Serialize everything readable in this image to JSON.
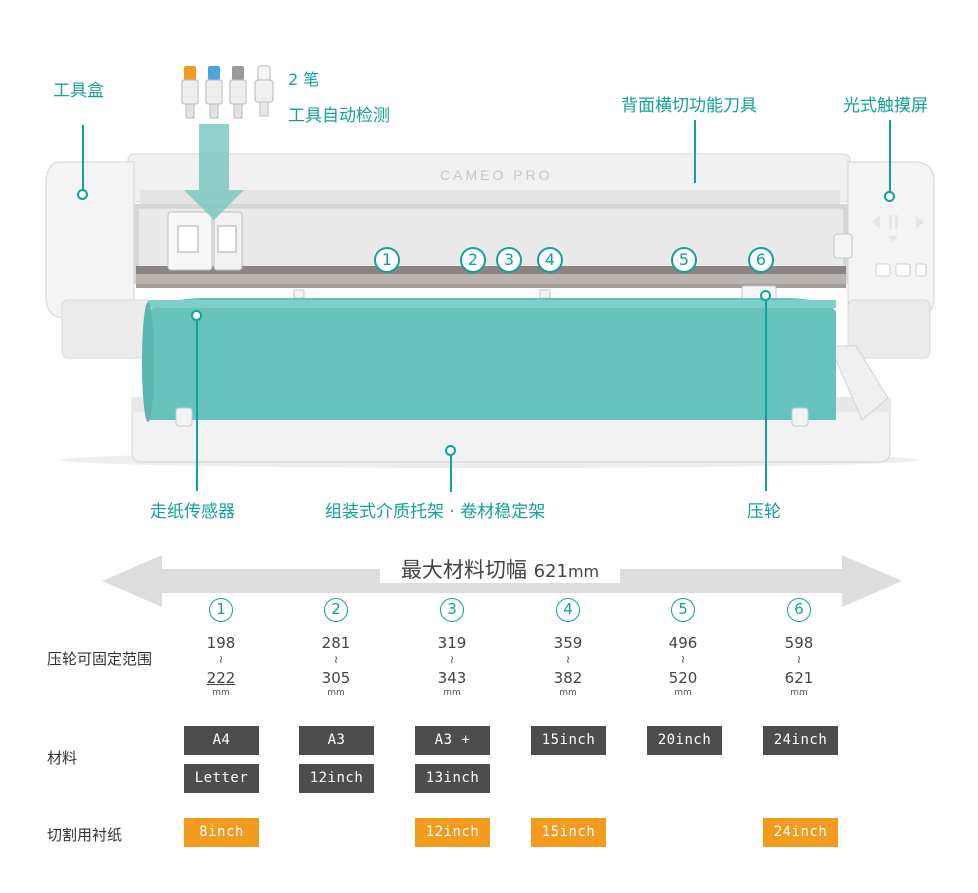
{
  "labels": {
    "tool_box": "工具盒",
    "pen_2": "2 笔",
    "tool_detect": "工具自动检测",
    "cross_cutter": "背面横切功能刀具",
    "touch_screen": "光式触摸屏",
    "paper_sensor": "走纸传感器",
    "rack": "组装式介质托架 · 卷材稳定架",
    "pinch_roller": "压轮",
    "brand": "CAMEO PRO"
  },
  "slots": [
    "1",
    "2",
    "3",
    "4",
    "5",
    "6"
  ],
  "width_banner": {
    "text": "最大材料切幅",
    "value": "621",
    "unit": "mm"
  },
  "colors": {
    "accent": "#14a19a",
    "chip_dark": "#4d4d4d",
    "chip_orange": "#f39b1f",
    "arrow": "#dddddd",
    "mat": "#66c2bd"
  },
  "table": {
    "row_labels": {
      "range": "压轮可固定范围",
      "material": "材料",
      "mat": "切割用衬纸"
    },
    "columns": [
      {
        "n": "1",
        "min": "198",
        "tilde": "≀",
        "max": "222",
        "unit": "mm",
        "materials": [
          "A4",
          "Letter"
        ],
        "mat": "8inch"
      },
      {
        "n": "2",
        "min": "281",
        "tilde": "≀",
        "max": "305",
        "unit": "mm",
        "materials": [
          "A3",
          "12inch"
        ],
        "mat": ""
      },
      {
        "n": "3",
        "min": "319",
        "tilde": "≀",
        "max": "343",
        "unit": "mm",
        "materials": [
          "A3 +",
          "13inch"
        ],
        "mat": "12inch"
      },
      {
        "n": "4",
        "min": "359",
        "tilde": "≀",
        "max": "382",
        "unit": "mm",
        "materials": [
          "15inch"
        ],
        "mat": "15inch"
      },
      {
        "n": "5",
        "min": "496",
        "tilde": "≀",
        "max": "520",
        "unit": "mm",
        "materials": [
          "20inch"
        ],
        "mat": ""
      },
      {
        "n": "6",
        "min": "598",
        "tilde": "≀",
        "max": "621",
        "unit": "mm",
        "materials": [
          "24inch"
        ],
        "mat": "24inch"
      }
    ]
  }
}
